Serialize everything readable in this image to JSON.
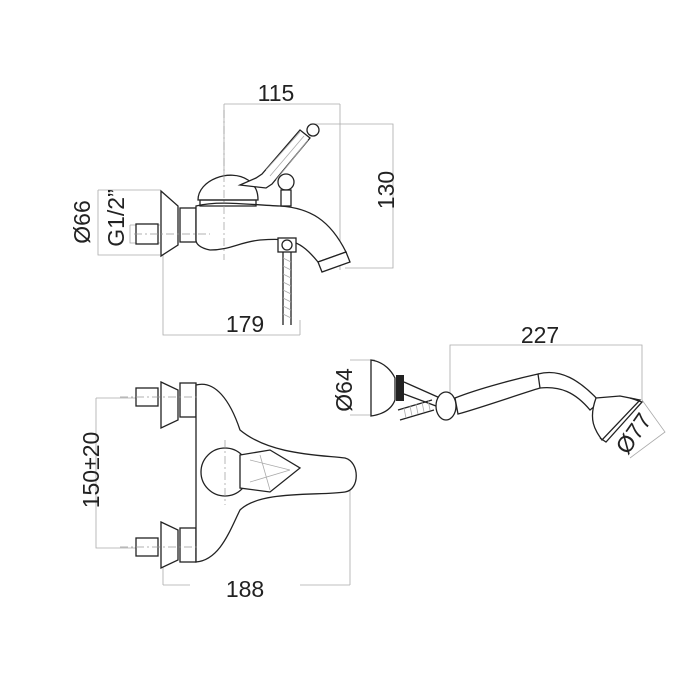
{
  "dimensions": {
    "top_width": "115",
    "top_height": "130",
    "inlet_diameter": "Ø66",
    "thread": "G1/2”",
    "top_depth": "179",
    "centers": "150±20",
    "front_width": "188",
    "shower_length": "227",
    "holder_diameter": "Ø64",
    "shower_head_diameter": "Ø77"
  }
}
